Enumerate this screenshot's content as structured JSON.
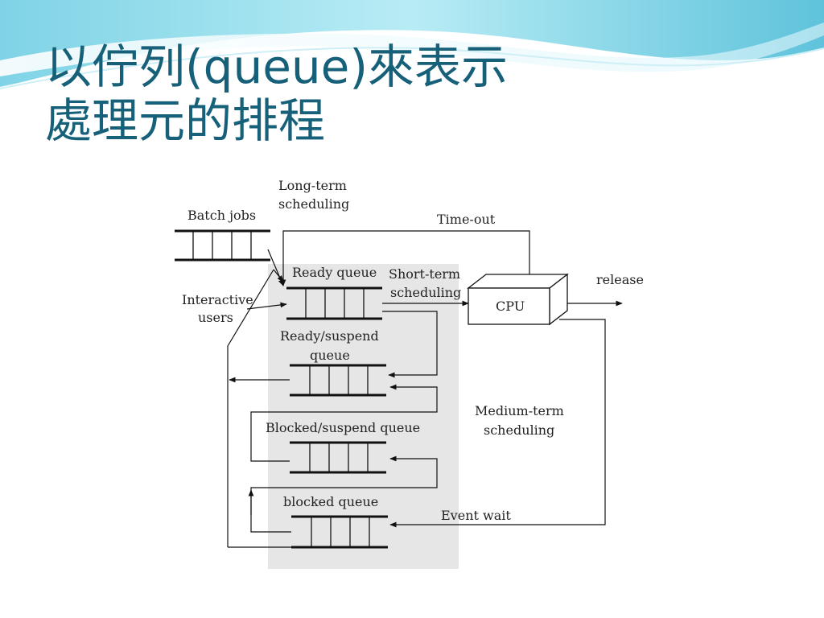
{
  "slide": {
    "title_line1": "以佇列(queue)來表示",
    "title_line2": "處理元的排程",
    "accent_color": "#17607a"
  },
  "diagram": {
    "labels": {
      "long_term_1": "Long-term",
      "long_term_2": "scheduling",
      "batch_jobs": "Batch jobs",
      "time_out": "Time-out",
      "ready_queue": "Ready queue",
      "short_term_1": "Short-term",
      "short_term_2": "scheduling",
      "release": "release",
      "cpu": "CPU",
      "interactive_1": "Interactive",
      "interactive_2": "users",
      "ready_suspend_1": "Ready/suspend",
      "ready_suspend_2": "queue",
      "medium_term_1": "Medium-term",
      "medium_term_2": "scheduling",
      "blocked_suspend": "Blocked/suspend queue",
      "blocked_queue": "blocked queue",
      "event_wait": "Event wait"
    }
  }
}
